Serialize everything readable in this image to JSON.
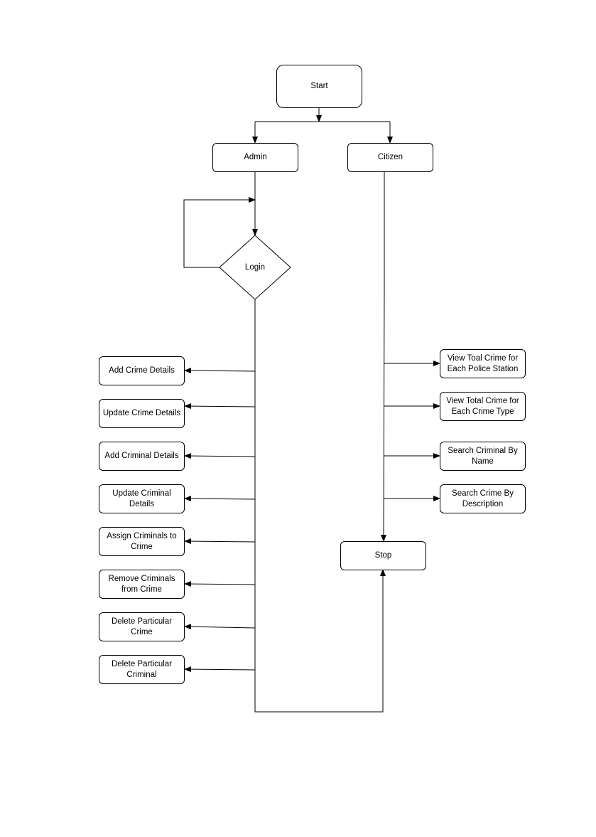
{
  "nodes": {
    "start": "Start",
    "admin": "Admin",
    "citizen": "Citizen",
    "login": "Login",
    "stop": "Stop"
  },
  "admin_actions": [
    "Add Crime Details",
    "Update Crime Details",
    "Add Criminal Details",
    "Update Criminal\nDetails",
    "Assign Criminals to\nCrime",
    "Remove Criminals\nfrom Crime",
    "Delete Particular\nCrime",
    "Delete Particular\nCriminal"
  ],
  "citizen_actions": [
    "View Toal Crime for\nEach Police Station",
    "View Total Crime for\nEach Crime Type",
    "Search Criminal By\nName",
    "Search Crime By\nDescription"
  ]
}
